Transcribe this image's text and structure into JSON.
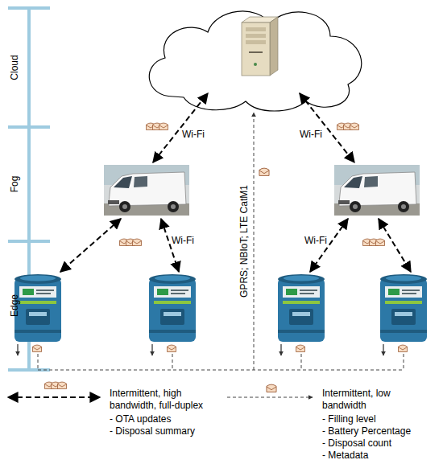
{
  "diagram": {
    "labels": [
      "Cloud",
      "Fog",
      "Edge",
      "Wi-Fi",
      "Wi-Fi",
      "GPRS; NBIoT; LTE CatM1",
      "Wi-Fi",
      "Wi-Fi",
      "- OTA updates",
      "- Disposal summary",
      "- Filling level",
      "- Battery Percentage",
      "- Disposal count",
      "- Metadata"
    ],
    "legend": [
      {
        "text": "Intermittent, high bandwidth, full-duplex"
      },
      {
        "text": "Intermittent, low bandwidth"
      }
    ]
  }
}
